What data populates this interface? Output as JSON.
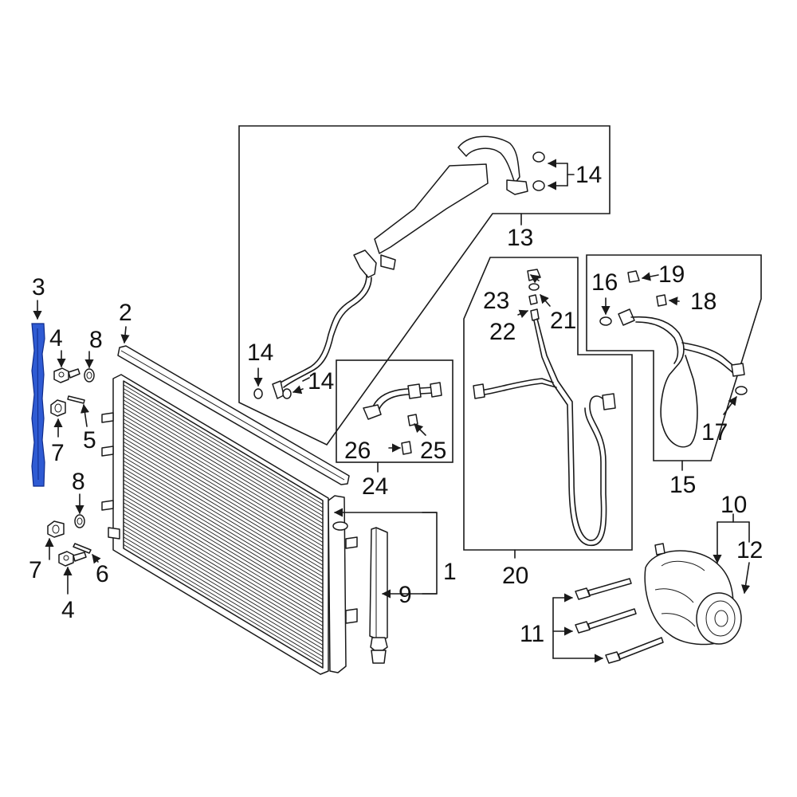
{
  "highlight_color": "#2f5bd3",
  "labels": {
    "p1": "1",
    "p2": "2",
    "p3": "3",
    "p4a": "4",
    "p4b": "4",
    "p5": "5",
    "p6": "6",
    "p7a": "7",
    "p7b": "7",
    "p8a": "8",
    "p8b": "8",
    "p9": "9",
    "p10": "10",
    "p11": "11",
    "p12": "12",
    "p13": "13",
    "p14a": "14",
    "p14b": "14",
    "p14c": "14",
    "p15": "15",
    "p16": "16",
    "p17": "17",
    "p18": "18",
    "p19": "19",
    "p20": "20",
    "p21": "21",
    "p22": "22",
    "p23": "23",
    "p24": "24",
    "p25": "25",
    "p26": "26"
  }
}
